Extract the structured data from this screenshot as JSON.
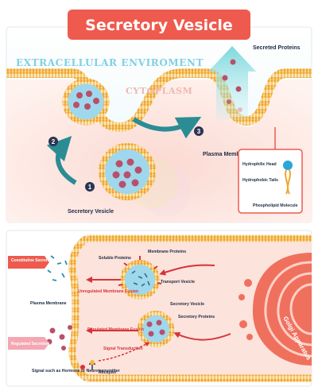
{
  "title": "Secretory Vesicle",
  "top": {
    "extracellular_label": "EXTRACELLULAR ENVIROMENT",
    "cytoplasm_label": "CYTOPLASM",
    "secreted_label": "Secreted Proteins",
    "plasma_membrane_label": "Plasma Membrane",
    "secretory_vesicle_label": "Secretory Vesicle",
    "steps": [
      "1",
      "2",
      "3"
    ],
    "phospholipid": {
      "hydrophilic": "Hydrophilic Head",
      "hydrophobic": "Hydrophobic Tails",
      "molecule": "Phospholipid Molecule"
    }
  },
  "bottom": {
    "constitutive": "Constitutive Secretion",
    "regulated": "Regulated Secretion",
    "plasma_membrane": "Plasma Membrane",
    "soluble": "Soluble Proteins",
    "membrane_proteins": "Membrane Proteins",
    "unregulated_fusion": "Unregulated Membrane Fusion",
    "transport_vesicle": "Transport Vesicle",
    "secretory_vesicle": "Secretory Vesicle",
    "secretory_proteins": "Secretory Proteins",
    "regulated_fusion": "Regulated Membrane Fusion",
    "signal_transduction": "Signal Transduction",
    "signal_hormone": "Signal such as Hormone or Neurotransmitter",
    "receptor": "Receptor",
    "golgi": "Golgi Apparatus"
  },
  "colors": {
    "title_bg": "#ee5a4e",
    "membrane": "#f4b63a",
    "vesicle": "#9fd8ec",
    "protein": "#b8506b",
    "arrow_teal": "#2b8c94",
    "arrow_red": "#d8323a",
    "golgi": "#f0705e"
  }
}
